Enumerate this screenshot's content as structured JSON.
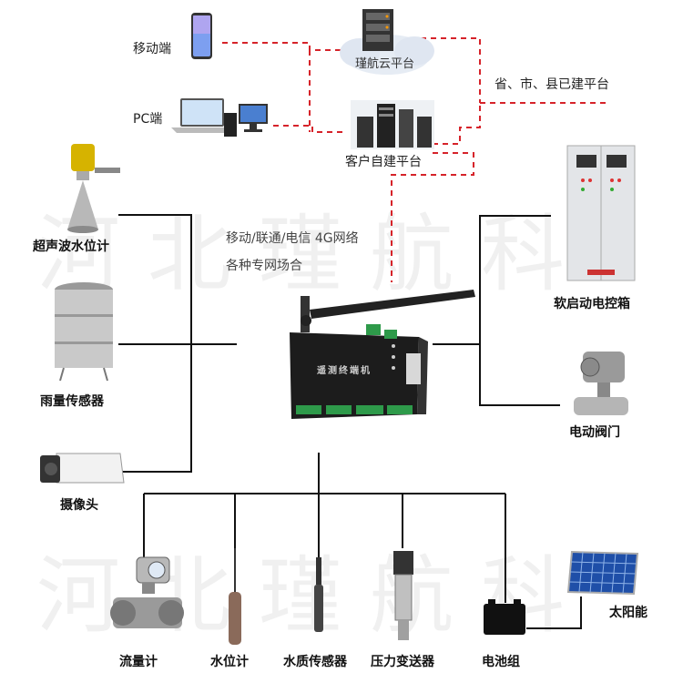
{
  "watermark": "河北瑾航科",
  "top": {
    "mobile_label": "移动端",
    "pc_label": "PC端",
    "cloud_label": "瑾航云平台",
    "self_platform_label": "客户自建平台",
    "gov_platform_label": "省、市、县已建平台"
  },
  "network": {
    "line1": "移动/联通/电信 4G网络",
    "line2": "各种专网场合"
  },
  "terminal": {
    "label": "遥测终端机"
  },
  "left_devices": [
    {
      "label": "超声波水位计",
      "icon": "radar-level-icon"
    },
    {
      "label": "雨量传感器",
      "icon": "rain-gauge-icon"
    },
    {
      "label": "摄像头",
      "icon": "camera-icon"
    }
  ],
  "right_devices": [
    {
      "label": "软启动电控箱",
      "icon": "control-cabinet-icon"
    },
    {
      "label": "电动阀门",
      "icon": "electric-valve-icon"
    }
  ],
  "bottom_devices": [
    {
      "label": "流量计",
      "icon": "flowmeter-icon"
    },
    {
      "label": "水位计",
      "icon": "water-level-probe-icon"
    },
    {
      "label": "水质传感器",
      "icon": "water-quality-sensor-icon"
    },
    {
      "label": "压力变送器",
      "icon": "pressure-transmitter-icon"
    },
    {
      "label": "电池组",
      "icon": "battery-icon"
    }
  ],
  "solar": {
    "label": "太阳能",
    "icon": "solar-panel-icon"
  },
  "colors": {
    "dashed_link": "#d6232a",
    "wire": "#111111"
  }
}
